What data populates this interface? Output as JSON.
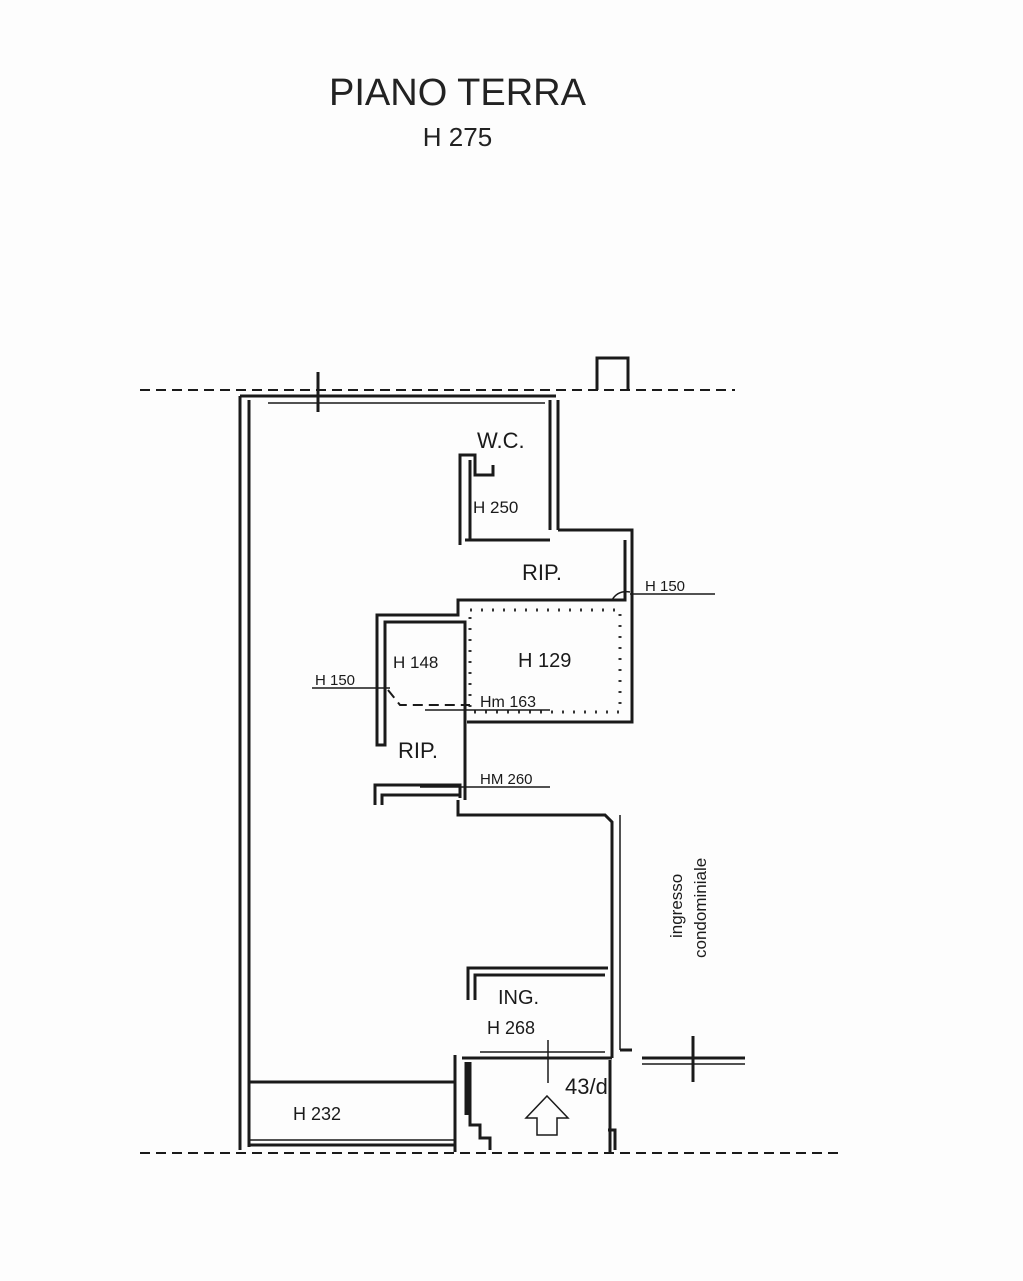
{
  "header": {
    "title": "PIANO TERRA",
    "height": "H 275"
  },
  "rooms": {
    "wc": "W.C.",
    "wc_height": "H 250",
    "rip_upper": "RIP.",
    "h150_right": "H 150",
    "h129": "H 129",
    "h148": "H 148",
    "h150_left": "H 150",
    "hm163": "Hm 163",
    "rip_lower": "RIP.",
    "hm260": "HM 260",
    "ing": "ING.",
    "ing_height": "H 268",
    "h232": "H 232",
    "civic_number": "43/d",
    "ingresso_line1": "ingresso",
    "ingresso_line2": "condominiale"
  }
}
